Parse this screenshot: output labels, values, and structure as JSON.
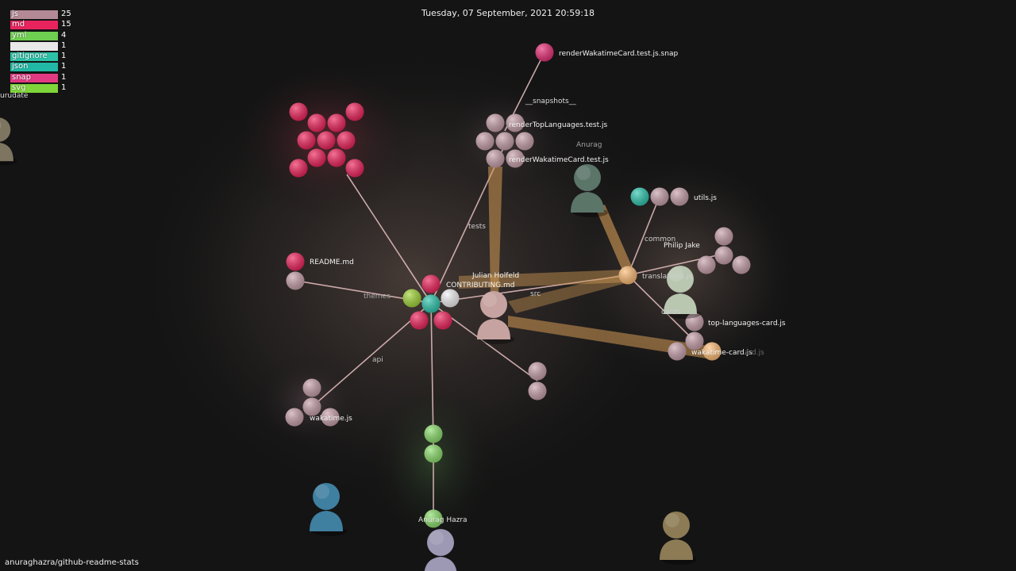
{
  "header": {
    "date": "Tuesday, 07 September, 2021 20:59:18"
  },
  "legend": [
    {
      "ext": "js",
      "count": "25",
      "color": "#b48996"
    },
    {
      "ext": "md",
      "count": "15",
      "color": "#e8245f"
    },
    {
      "ext": "yml",
      "count": "4",
      "color": "#6fcf50"
    },
    {
      "ext": "",
      "count": "1",
      "color": "#e8e8e8"
    },
    {
      "ext": "gitignore",
      "count": "1",
      "color": "#2cc2a8"
    },
    {
      "ext": "json",
      "count": "1",
      "color": "#22b8a6"
    },
    {
      "ext": "snap",
      "count": "1",
      "color": "#e13a82"
    },
    {
      "ext": "svg",
      "count": "1",
      "color": "#7fd63a"
    }
  ],
  "offscreen_user": "urudate",
  "repo": "anuraghazra/github-readme-stats",
  "labels": {
    "snap_file": "renderWakatimeCard.test.js.snap",
    "snapshots_dir": "__snapshots__",
    "test_top_languages": "renderTopLanguages.test.js",
    "test_wakatime": "renderWakatimeCard.test.js",
    "tests_dir": "tests",
    "readme": "README.md",
    "contributing": "CONTRIBUTING.md",
    "themes_dir": "themes",
    "api_dir": "api",
    "wakatime_api": "wakatime.js",
    "src_dir": "src",
    "common_dir": "common",
    "utils": "utils.js",
    "translations": "translations.js",
    "cards_dir": "cards",
    "top_languages_card": "top-languages-card.js",
    "wakatime_card": "wakatime-card.js",
    "ghost_card": "ard.js"
  },
  "users": {
    "anurag": "Anurag",
    "philip": "Philip Jake",
    "julian": "Julian Holfeld",
    "anurag_hazra": "Anurag Hazra"
  },
  "colors": {
    "js": "#c9a2ad",
    "md": "#f0275f",
    "yml": "#8fe070",
    "white": "#f4f4f4",
    "json": "#33c8b0",
    "snap": "#e9337a",
    "svg": "#a6d83c",
    "beam": "#d39b55",
    "edge": "#e0b8b8",
    "ember": "#ffbf7a"
  }
}
